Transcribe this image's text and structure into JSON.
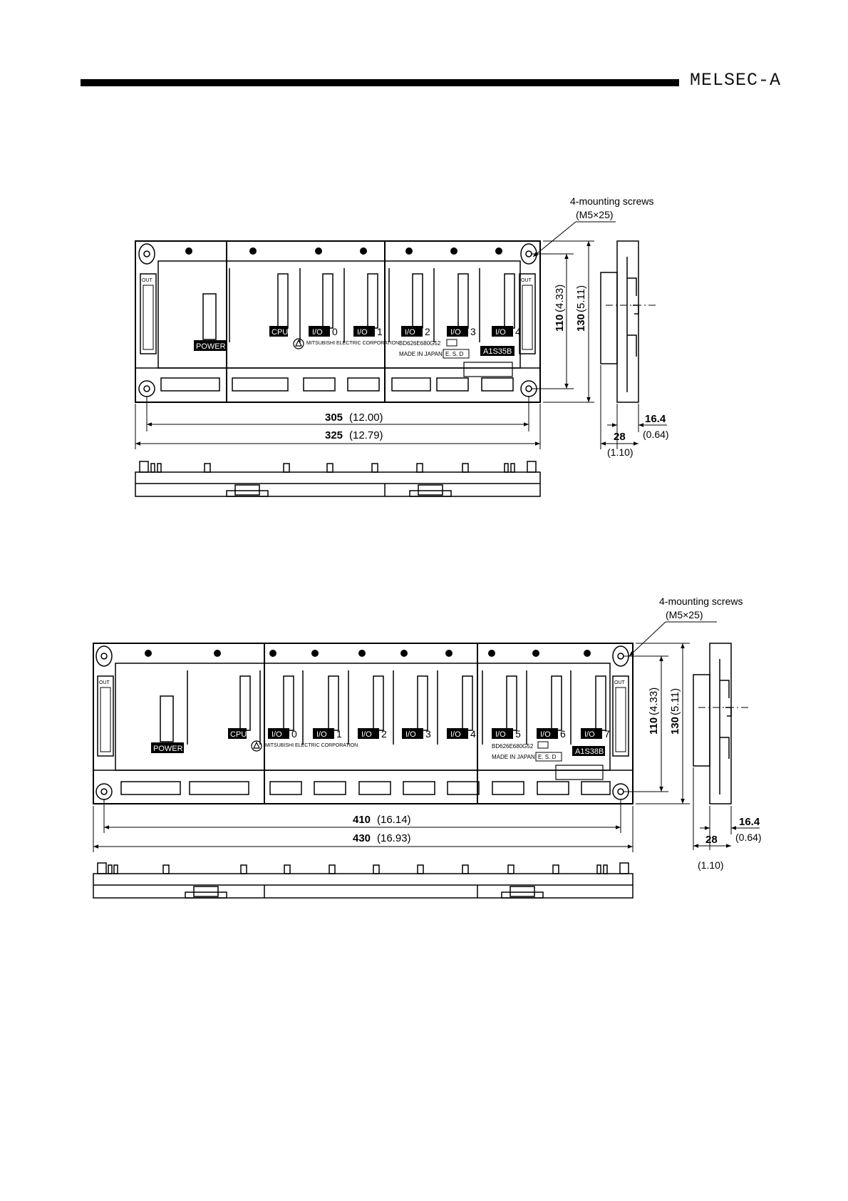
{
  "header": {
    "title": "MELSEC-A"
  },
  "drawings": [
    {
      "mounting_label": "4-mounting screws",
      "screw_spec": "(M5×25)",
      "power_label": "POWER",
      "out_label": "OUT",
      "slot_tags": [
        "CPU",
        "I/O",
        "I/O",
        "I/O",
        "I/O",
        "I/O"
      ],
      "slot_numbers": [
        "",
        "0",
        "1",
        "2",
        "3",
        "4"
      ],
      "maker": "MITSUBISHI ELECTRIC CORPORATION",
      "serial": "BD626E680G52",
      "made_in": "MADE IN JAPAN",
      "esd": "E. S. D",
      "model": "A1S35B",
      "dim_inner_width": "305",
      "dim_inner_width_in": "(12.00)",
      "dim_outer_width": "325",
      "dim_outer_width_in": "(12.79)",
      "dim_inner_height": "110",
      "dim_inner_height_in": "(4.33)",
      "dim_outer_height": "130",
      "dim_outer_height_in": "(5.11)",
      "dim_depth_a": "16.4",
      "dim_depth_a_in": "(0.64)",
      "dim_depth_b": "28",
      "dim_depth_b_in": "(1.10)"
    },
    {
      "mounting_label": "4-mounting screws",
      "screw_spec": "(M5×25)",
      "power_label": "POWER",
      "out_label": "OUT",
      "slot_tags": [
        "CPU",
        "I/O",
        "I/O",
        "I/O",
        "I/O",
        "I/O",
        "I/O",
        "I/O",
        "I/O"
      ],
      "slot_numbers": [
        "",
        "0",
        "1",
        "2",
        "3",
        "4",
        "5",
        "6",
        "7"
      ],
      "maker": "MITSUBISHI ELECTRIC CORPORATION",
      "serial": "BD626E680G52",
      "made_in": "MADE IN JAPAN",
      "esd": "E. S. D",
      "model": "A1S38B",
      "dim_inner_width": "410",
      "dim_inner_width_in": "(16.14)",
      "dim_outer_width": "430",
      "dim_outer_width_in": "(16.93)",
      "dim_inner_height": "110",
      "dim_inner_height_in": "(4.33)",
      "dim_outer_height": "130",
      "dim_outer_height_in": "(5.11)",
      "dim_depth_a": "16.4",
      "dim_depth_a_in": "(0.64)",
      "dim_depth_b": "28",
      "dim_depth_b_in": "(1.10)"
    }
  ]
}
